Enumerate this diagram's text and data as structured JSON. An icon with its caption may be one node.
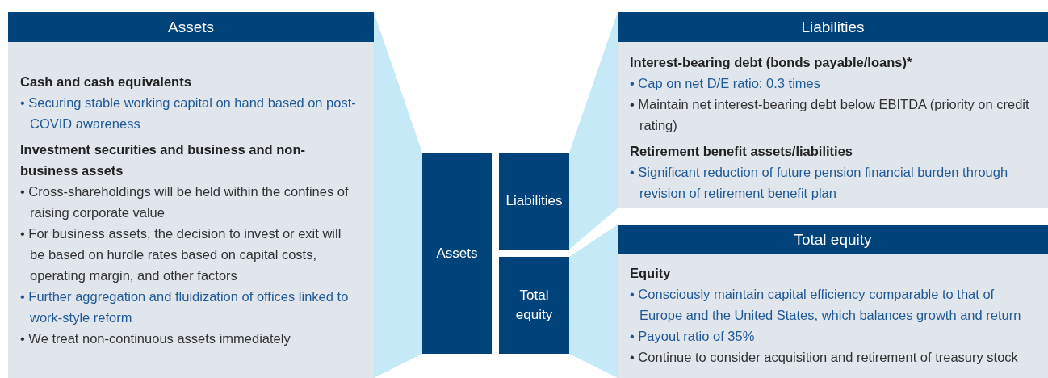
{
  "diagram": {
    "nodes": [
      {
        "text": [
          "Assets",
          "Cash and cash equivalents",
          "• Securing stable working capital on hand based on post-COVID awareness",
          "Investment securities and business and non-business assets",
          "• Cross-shareholdings will be held within the confines of raising corporate value",
          "• For business assets, the decision to invest or exit will be based on hurdle rates based on capital costs, operating margin, and other factors",
          "• Further aggregation and fluidization of offices linked to work-style reform",
          "• We treat non-continuous assets immediately"
        ]
      },
      {
        "text": [
          "Liabilities",
          "Interest-bearing debt (bonds payable/loans)*",
          "• Cap on net D/E ratio: 0.3 times",
          "• Maintain net interest-bearing debt below EBITDA (priority on credit rating)",
          "Retirement benefit assets/liabilities",
          "• Significant reduction of future pension financial burden through revision of retirement benefit plan"
        ]
      },
      {
        "text": [
          "Total equity",
          "Equity",
          "• Consciously maintain capital efficiency comparable to that of Europe and the United States, which balances growth and return",
          "• Payout ratio of 35%",
          "• Continue to consider acquisition and retirement of treasury stock"
        ]
      },
      {
        "text": [
          "Assets"
        ]
      },
      {
        "text": [
          "Liabilities"
        ]
      },
      {
        "text": [
          "Total equity"
        ]
      }
    ],
    "edges": [
      {
        "from": 3,
        "to": 0,
        "arrow": "none",
        "style": "thick"
      },
      {
        "from": 4,
        "to": 1,
        "arrow": "none",
        "style": "thick"
      },
      {
        "from": 5,
        "to": 2,
        "arrow": "none",
        "style": "thick"
      }
    ]
  }
}
